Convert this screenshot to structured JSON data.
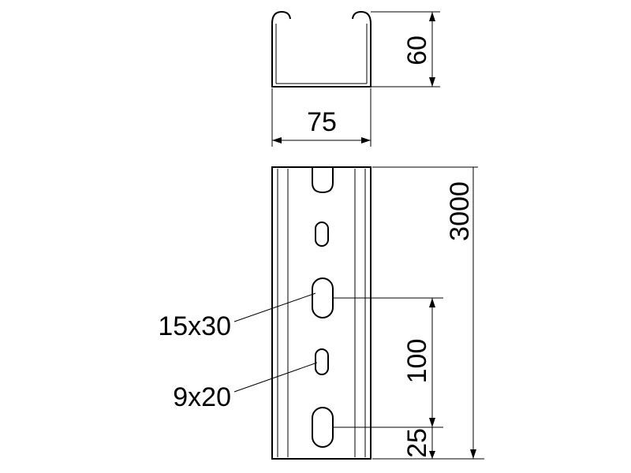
{
  "cross_section": {
    "height_label": "60",
    "width_label": "75"
  },
  "elevation": {
    "length_label": "3000",
    "pitch_label": "100",
    "end_offset_label": "25",
    "large_slot_label": "15x30",
    "small_slot_label": "9x20"
  }
}
